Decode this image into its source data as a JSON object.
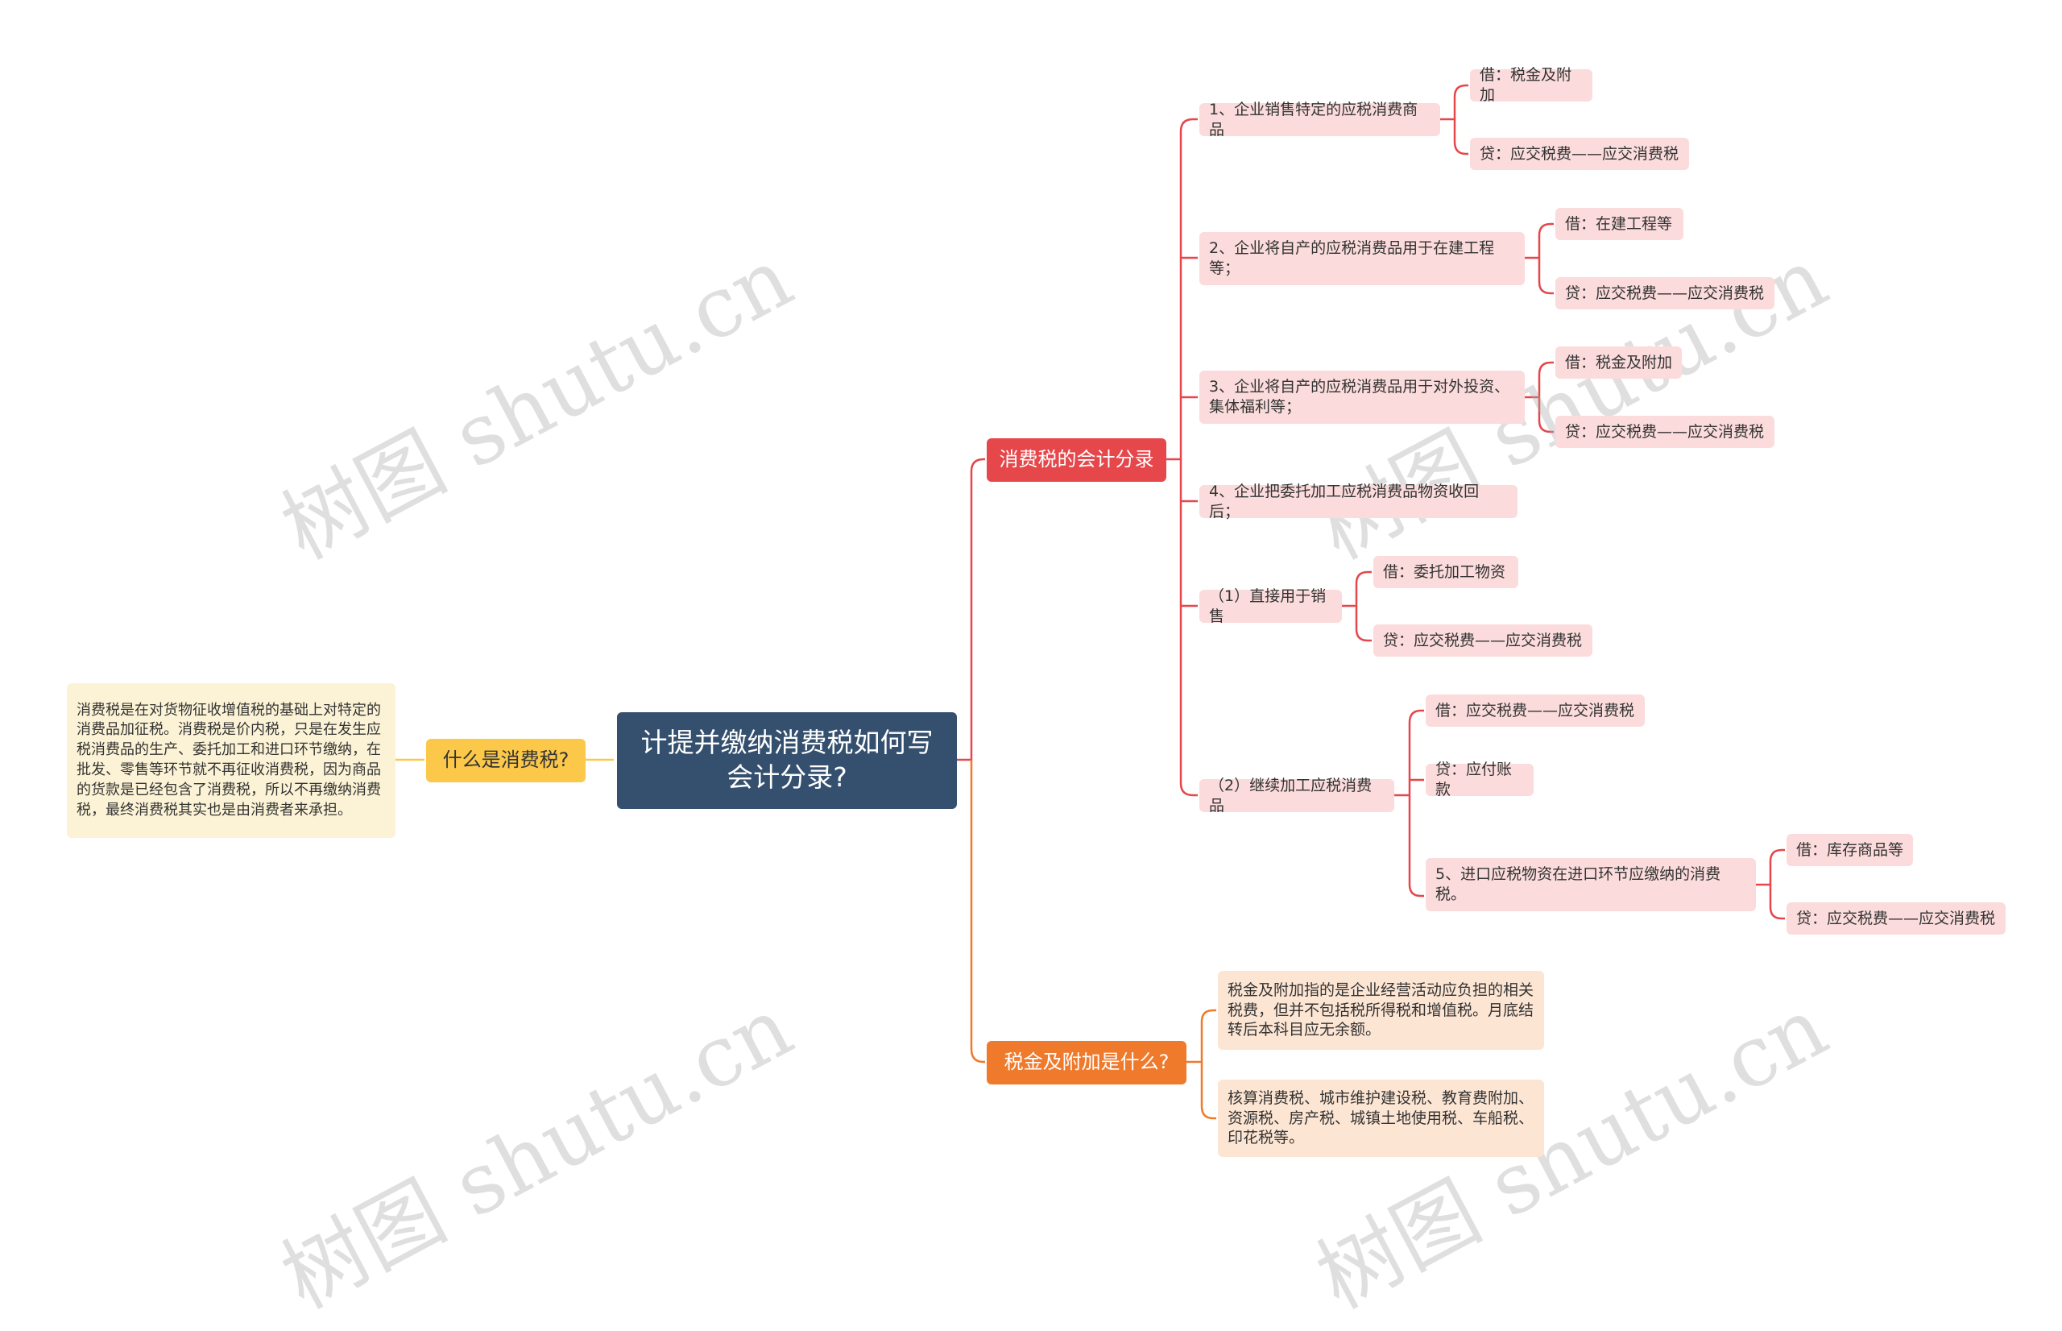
{
  "root": {
    "title": "计提并缴纳消费税如何写会计分录?"
  },
  "left_branch": {
    "label": "什么是消费税?",
    "detail": "消费税是在对货物征收增值税的基础上对特定的消费品加征税。消费税是价内税，只是在发生应税消费品的生产、委托加工和进口环节缴纳，在批发、零售等环节就不再征收消费税，因为商品的货款是已经包含了消费税，所以不再缴纳消费税，最终消费税其实也是由消费者来承担。"
  },
  "branch_entries": {
    "label": "消费税的会计分录",
    "items": [
      {
        "text": "1、企业销售特定的应税消费商品",
        "debit": "借：税金及附加",
        "credit": "贷：应交税费——应交消费税"
      },
      {
        "text": "2、企业将自产的应税消费品用于在建工程等；",
        "debit": "借：在建工程等",
        "credit": "贷：应交税费——应交消费税"
      },
      {
        "text": "3、企业将自产的应税消费品用于对外投资、集体福利等；",
        "debit": "借：税金及附加",
        "credit": "贷：应交税费——应交消费税"
      },
      {
        "text": "4、企业把委托加工应税消费品物资收回后；"
      },
      {
        "text": "（1）直接用于销售",
        "debit": "借：委托加工物资",
        "credit": "贷：应交税费——应交消费税"
      },
      {
        "text": "（2）继续加工应税消费品",
        "debit": "借：应交税费——应交消费税",
        "credit": "贷：应付账款",
        "sub": {
          "text": "5、进口应税物资在进口环节应缴纳的消费税。",
          "debit": "借：库存商品等",
          "credit": "贷：应交税费——应交消费税"
        }
      }
    ]
  },
  "branch_surcharge": {
    "label": "税金及附加是什么?",
    "items": [
      "税金及附加指的是企业经营活动应负担的相关税费，但并不包括税所得税和增值税。月底结转后本科目应无余额。",
      "核算消费税、城市维护建设税、教育费附加、资源税、房产税、城镇土地使用税、车船税、印花税等。"
    ]
  },
  "watermark": "树图 shutu.cn",
  "colors": {
    "root": "#34506e",
    "entries": "#e5474b",
    "surcharge": "#f07a2c",
    "definition": "#fbc84a"
  }
}
